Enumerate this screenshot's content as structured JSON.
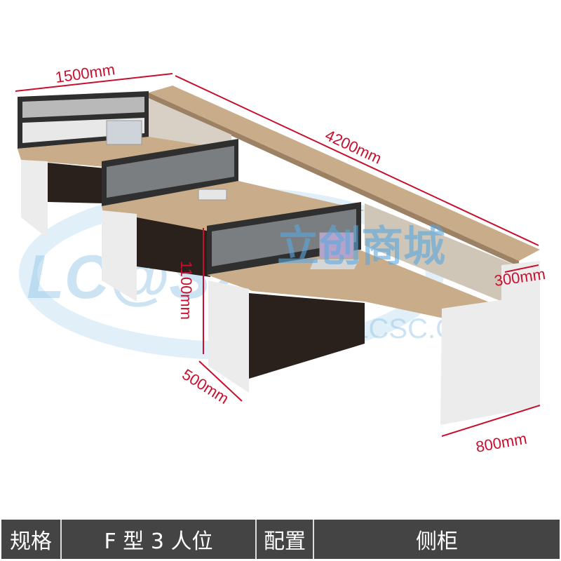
{
  "dimensions": {
    "width": "1500mm",
    "length": "4200mm",
    "shelf_depth": "300mm",
    "height": "1100mm",
    "side_depth": "500mm",
    "return_width": "800mm"
  },
  "watermark": {
    "logo": "LC@SZ",
    "name": "立创商城",
    "url": "WWW.SZLCSC.COM"
  },
  "spec_bar": {
    "spec_label": "规格",
    "spec_value": "F 型 3 人位",
    "config_label": "配置",
    "config_value": "侧柜"
  },
  "colors": {
    "dimension": "#c8102e",
    "bar": "#444444",
    "wood": "#c9ad8a"
  }
}
